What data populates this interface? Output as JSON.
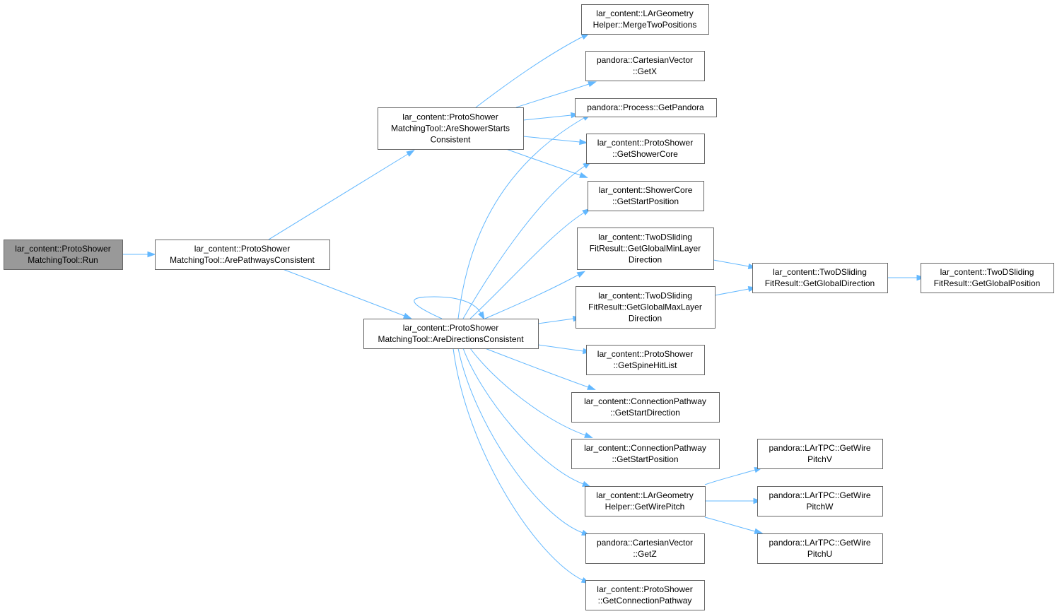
{
  "colors": {
    "edge": "#63b8ff",
    "node_border": "#666666",
    "root_fill": "#999999",
    "node_fill": "#ffffff",
    "text": "#000000"
  },
  "nodes": [
    {
      "id": "run",
      "lines": [
        "lar_content::ProtoShower",
        "MatchingTool::Run"
      ],
      "root": true
    },
    {
      "id": "arepath",
      "lines": [
        "lar_content::ProtoShower",
        "MatchingTool::ArePathwaysConsistent"
      ]
    },
    {
      "id": "arestarts",
      "lines": [
        "lar_content::ProtoShower",
        "MatchingTool::AreShowerStarts",
        "Consistent"
      ]
    },
    {
      "id": "aredirs",
      "lines": [
        "lar_content::ProtoShower",
        "MatchingTool::AreDirectionsConsistent"
      ]
    },
    {
      "id": "merge",
      "lines": [
        "lar_content::LArGeometry",
        "Helper::MergeTwoPositions"
      ]
    },
    {
      "id": "getx",
      "lines": [
        "pandora::CartesianVector",
        "::GetX"
      ]
    },
    {
      "id": "getpandora",
      "lines": [
        "pandora::Process::GetPandora"
      ]
    },
    {
      "id": "getcore",
      "lines": [
        "lar_content::ProtoShower",
        "::GetShowerCore"
      ]
    },
    {
      "id": "corestart",
      "lines": [
        "lar_content::ShowerCore",
        "::GetStartPosition"
      ]
    },
    {
      "id": "minlayer",
      "lines": [
        "lar_content::TwoDSliding",
        "FitResult::GetGlobalMinLayer",
        "Direction"
      ]
    },
    {
      "id": "maxlayer",
      "lines": [
        "lar_content::TwoDSliding",
        "FitResult::GetGlobalMaxLayer",
        "Direction"
      ]
    },
    {
      "id": "globaldir",
      "lines": [
        "lar_content::TwoDSliding",
        "FitResult::GetGlobalDirection"
      ]
    },
    {
      "id": "globalpos",
      "lines": [
        "lar_content::TwoDSliding",
        "FitResult::GetGlobalPosition"
      ]
    },
    {
      "id": "spine",
      "lines": [
        "lar_content::ProtoShower",
        "::GetSpineHitList"
      ]
    },
    {
      "id": "cpdir",
      "lines": [
        "lar_content::ConnectionPathway",
        "::GetStartDirection"
      ]
    },
    {
      "id": "cppos",
      "lines": [
        "lar_content::ConnectionPathway",
        "::GetStartPosition"
      ]
    },
    {
      "id": "wirepitch",
      "lines": [
        "lar_content::LArGeometry",
        "Helper::GetWirePitch"
      ]
    },
    {
      "id": "pitchv",
      "lines": [
        "pandora::LArTPC::GetWire",
        "PitchV"
      ]
    },
    {
      "id": "pitchw",
      "lines": [
        "pandora::LArTPC::GetWire",
        "PitchW"
      ]
    },
    {
      "id": "pitchu",
      "lines": [
        "pandora::LArTPC::GetWire",
        "PitchU"
      ]
    },
    {
      "id": "getz",
      "lines": [
        "pandora::CartesianVector",
        "::GetZ"
      ]
    },
    {
      "id": "connpath",
      "lines": [
        "lar_content::ProtoShower",
        "::GetConnectionPathway"
      ]
    }
  ],
  "edges": [
    {
      "from": "run",
      "to": "arepath"
    },
    {
      "from": "arepath",
      "to": "arestarts"
    },
    {
      "from": "arepath",
      "to": "aredirs"
    },
    {
      "from": "arestarts",
      "to": "merge"
    },
    {
      "from": "arestarts",
      "to": "getx"
    },
    {
      "from": "arestarts",
      "to": "getpandora"
    },
    {
      "from": "arestarts",
      "to": "getcore"
    },
    {
      "from": "arestarts",
      "to": "corestart"
    },
    {
      "from": "aredirs",
      "to": "aredirs"
    },
    {
      "from": "aredirs",
      "to": "getpandora"
    },
    {
      "from": "aredirs",
      "to": "getcore"
    },
    {
      "from": "aredirs",
      "to": "corestart"
    },
    {
      "from": "aredirs",
      "to": "minlayer"
    },
    {
      "from": "aredirs",
      "to": "maxlayer"
    },
    {
      "from": "aredirs",
      "to": "spine"
    },
    {
      "from": "aredirs",
      "to": "cpdir"
    },
    {
      "from": "aredirs",
      "to": "cppos"
    },
    {
      "from": "aredirs",
      "to": "wirepitch"
    },
    {
      "from": "aredirs",
      "to": "getz"
    },
    {
      "from": "aredirs",
      "to": "connpath"
    },
    {
      "from": "minlayer",
      "to": "globaldir"
    },
    {
      "from": "maxlayer",
      "to": "globaldir"
    },
    {
      "from": "globaldir",
      "to": "globalpos"
    },
    {
      "from": "wirepitch",
      "to": "pitchv"
    },
    {
      "from": "wirepitch",
      "to": "pitchw"
    },
    {
      "from": "wirepitch",
      "to": "pitchu"
    }
  ]
}
